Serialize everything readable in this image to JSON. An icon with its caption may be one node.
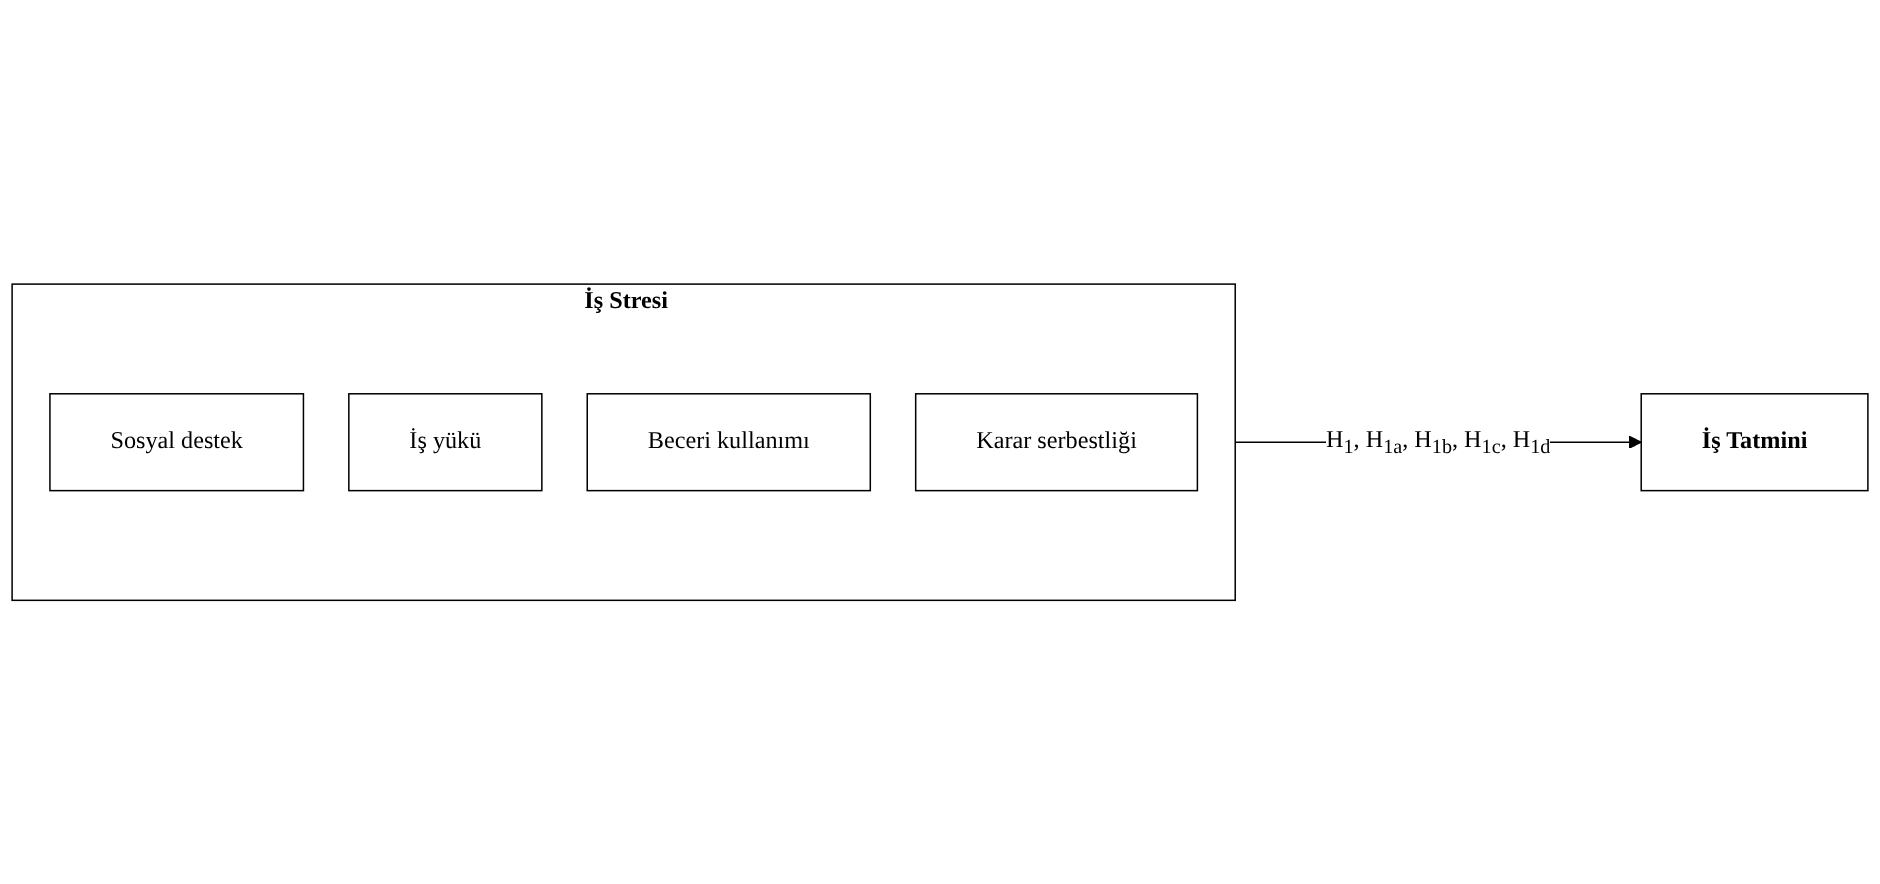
{
  "diagram": {
    "nodes": [
      {
        "text": [
          "İş Stresi"
        ]
      },
      {
        "text": [
          "Sosyal destek"
        ],
        "in": 0
      },
      {
        "text": [
          "İş yükü"
        ],
        "in": 0
      },
      {
        "text": [
          "Beceri kullanımı"
        ],
        "in": 0
      },
      {
        "text": [
          "Karar serbestliği"
        ],
        "in": 0
      },
      {
        "text": [
          "İş Tatmini"
        ]
      }
    ],
    "edges": [
      {
        "from": 0,
        "to": 5,
        "arrow": "to",
        "label": "H$_{1}$, H$_{1a}$, H$_{1b}$, H$_{1c}$, H$_{1d}$"
      }
    ]
  }
}
